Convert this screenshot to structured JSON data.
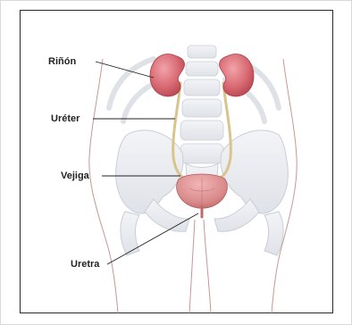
{
  "diagram": {
    "labels": {
      "rinon": "Riñón",
      "ureter": "Uréter",
      "vejiga": "Vejiga",
      "uretra": "Uretra"
    },
    "colors": {
      "kidney": "#d96b74",
      "bladder": "#d98a8a",
      "ureter": "#d9c48e",
      "bone": "#e9ebef",
      "skin": "#b5746c",
      "leader": "#222222"
    }
  }
}
